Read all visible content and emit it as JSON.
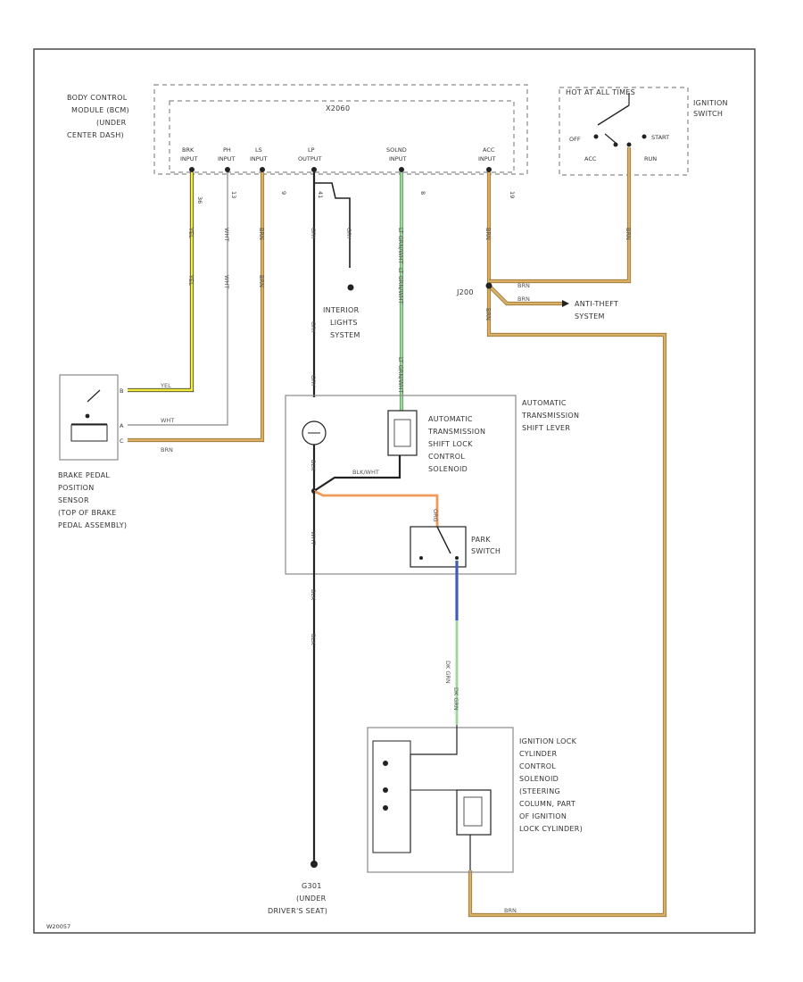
{
  "diagram_id": "W20057",
  "bcm": {
    "label_lines": [
      "BODY CONTROL",
      "MODULE (BCM)",
      "(UNDER",
      "CENTER DASH)"
    ],
    "connector": "X2060",
    "pins": [
      {
        "name": "BRK",
        "sub": "INPUT",
        "num": "36"
      },
      {
        "name": "PH",
        "sub": "INPUT",
        "num": "13"
      },
      {
        "name": "LS",
        "sub": "INPUT",
        "num": "9"
      },
      {
        "name": "LP",
        "sub": "OUTPUT",
        "num": "41"
      },
      {
        "name": "SOLND",
        "sub": "INPUT",
        "num": "8"
      },
      {
        "name": "ACC",
        "sub": "INPUT",
        "num": "19"
      }
    ]
  },
  "ignition_switch": {
    "header": "HOT AT ALL TIMES",
    "label_lines": [
      "IGNITION",
      "SWITCH"
    ],
    "positions": [
      "OFF",
      "START",
      "ACC",
      "RUN"
    ]
  },
  "wires": {
    "brk": [
      "YEL",
      "YEL",
      "YEL"
    ],
    "ph": [
      "WHT",
      "WHT",
      "WHT"
    ],
    "ls": [
      "BRN",
      "BRN",
      "BRN"
    ],
    "lp": [
      "GRY",
      "GRY",
      "GRY",
      "GRY"
    ],
    "solnd": [
      "LT GRN/WHT",
      "LT GRN/WHT",
      "LT GRN/WHT"
    ],
    "acc": [
      "BRN",
      "BRN",
      "BRN",
      "BRN"
    ],
    "shift": [
      "BLK",
      "BLK/WHT",
      "ORG",
      "DK GRN",
      "DK GRN",
      "WHT"
    ],
    "ground": [
      "BLK",
      "BLK"
    ],
    "lower": [
      "BRN",
      "BRN"
    ]
  },
  "junction_label": "J200",
  "interior_lights": [
    "INTERIOR",
    "LIGHTS",
    "SYSTEM"
  ],
  "anti_theft": [
    "ANTI-THEFT",
    "SYSTEM"
  ],
  "brake_sensor": {
    "label_lines": [
      "BRAKE PEDAL",
      "POSITION",
      "SENSOR",
      "(TOP OF BRAKE",
      "PEDAL ASSEMBLY)"
    ],
    "pins": [
      "B",
      "A",
      "C"
    ]
  },
  "shift_lever": {
    "label_lines": [
      "AUTOMATIC",
      "TRANSMISSION",
      "SHIFT LEVER"
    ],
    "solenoid_lines": [
      "AUTOMATIC",
      "TRANSMISSION",
      "SHIFT LOCK",
      "CONTROL",
      "SOLENOID"
    ],
    "park_switch_lines": [
      "PARK",
      "SWITCH"
    ]
  },
  "lock_cylinder": {
    "label_lines": [
      "IGNITION LOCK",
      "CYLINDER",
      "CONTROL",
      "SOLENOID",
      "(STEERING",
      "COLUMN, PART",
      "OF IGNITION",
      "LOCK CYLINDER)"
    ]
  },
  "ground": {
    "label_lines": [
      "G301",
      "(UNDER",
      "DRIVER'S SEAT)"
    ]
  },
  "colors": {
    "yellow": "#f2ec3a",
    "tan": "#d9b065",
    "light_green": "#9bd89b",
    "orange": "#ef9a59",
    "blue": "#3f5fb3",
    "black": "#222222",
    "grey": "#9a9a9a"
  }
}
